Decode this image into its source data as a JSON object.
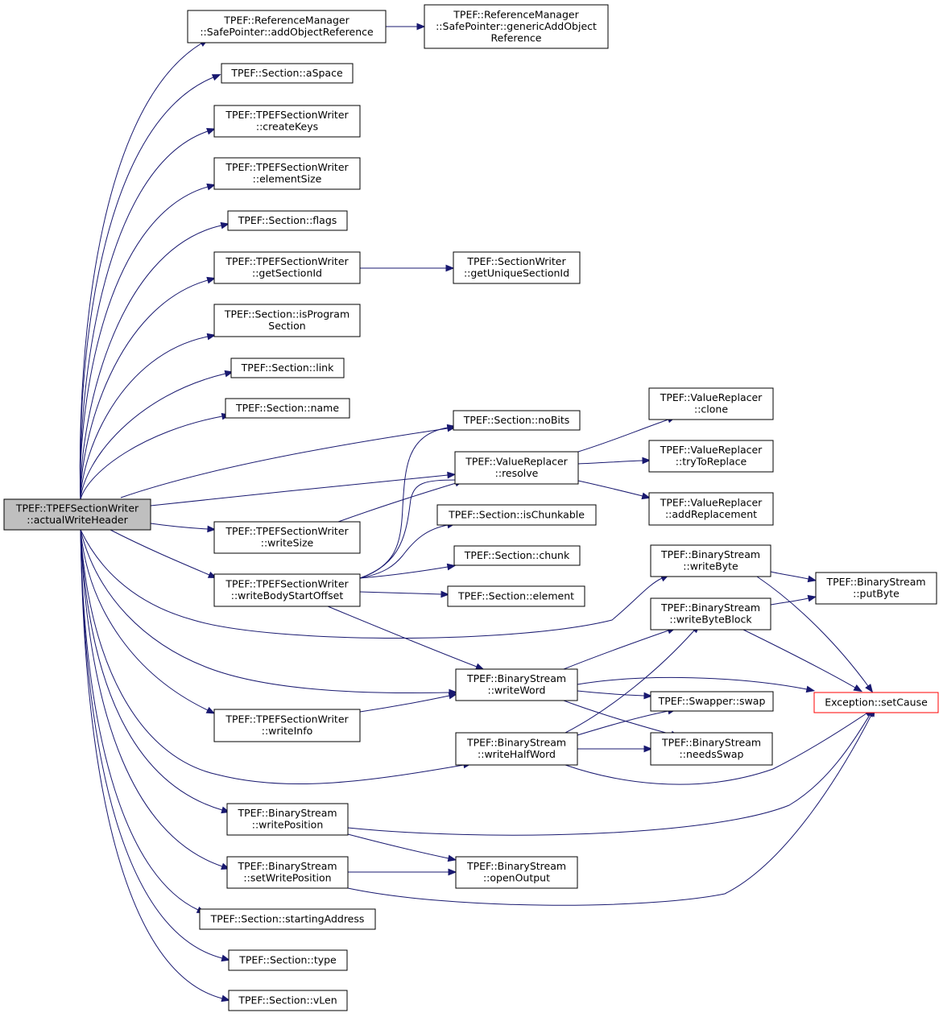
{
  "nodes": [
    {
      "id": "root",
      "lines": [
        "TPEF::TPEFSectionWriter",
        "::actualWriteHeader"
      ],
      "root": true
    },
    {
      "id": "addObjRef",
      "lines": [
        "TPEF::ReferenceManager",
        "::SafePointer::addObjectReference"
      ]
    },
    {
      "id": "genAddObjRef",
      "lines": [
        "TPEF::ReferenceManager",
        "::SafePointer::genericAddObject",
        "Reference"
      ]
    },
    {
      "id": "aSpace",
      "lines": [
        "TPEF::Section::aSpace"
      ]
    },
    {
      "id": "createKeys",
      "lines": [
        "TPEF::TPEFSectionWriter",
        "::createKeys"
      ]
    },
    {
      "id": "elementSize",
      "lines": [
        "TPEF::TPEFSectionWriter",
        "::elementSize"
      ]
    },
    {
      "id": "flags",
      "lines": [
        "TPEF::Section::flags"
      ]
    },
    {
      "id": "getSectionId",
      "lines": [
        "TPEF::TPEFSectionWriter",
        "::getSectionId"
      ]
    },
    {
      "id": "getUniqueSectionId",
      "lines": [
        "TPEF::SectionWriter",
        "::getUniqueSectionId"
      ]
    },
    {
      "id": "isProgramSection",
      "lines": [
        "TPEF::Section::isProgram",
        "Section"
      ]
    },
    {
      "id": "link",
      "lines": [
        "TPEF::Section::link"
      ]
    },
    {
      "id": "name",
      "lines": [
        "TPEF::Section::name"
      ]
    },
    {
      "id": "noBits",
      "lines": [
        "TPEF::Section::noBits"
      ]
    },
    {
      "id": "resolve",
      "lines": [
        "TPEF::ValueReplacer",
        "::resolve"
      ]
    },
    {
      "id": "clone",
      "lines": [
        "TPEF::ValueReplacer",
        "::clone"
      ]
    },
    {
      "id": "tryToReplace",
      "lines": [
        "TPEF::ValueReplacer",
        "::tryToReplace"
      ]
    },
    {
      "id": "addReplacement",
      "lines": [
        "TPEF::ValueReplacer",
        "::addReplacement"
      ]
    },
    {
      "id": "isChunkable",
      "lines": [
        "TPEF::Section::isChunkable"
      ]
    },
    {
      "id": "writeSize",
      "lines": [
        "TPEF::TPEFSectionWriter",
        "::writeSize"
      ]
    },
    {
      "id": "chunk",
      "lines": [
        "TPEF::Section::chunk"
      ]
    },
    {
      "id": "writeByte",
      "lines": [
        "TPEF::BinaryStream",
        "::writeByte"
      ]
    },
    {
      "id": "putByte",
      "lines": [
        "TPEF::BinaryStream",
        "::putByte"
      ]
    },
    {
      "id": "writeBodyStartOffset",
      "lines": [
        "TPEF::TPEFSectionWriter",
        "::writeBodyStartOffset"
      ]
    },
    {
      "id": "element",
      "lines": [
        "TPEF::Section::element"
      ]
    },
    {
      "id": "writeByteBlock",
      "lines": [
        "TPEF::BinaryStream",
        "::writeByteBlock"
      ]
    },
    {
      "id": "writeWord",
      "lines": [
        "TPEF::BinaryStream",
        "::writeWord"
      ]
    },
    {
      "id": "setCause",
      "lines": [
        "Exception::setCause"
      ],
      "red": true
    },
    {
      "id": "swap",
      "lines": [
        "TPEF::Swapper::swap"
      ]
    },
    {
      "id": "writeInfo",
      "lines": [
        "TPEF::TPEFSectionWriter",
        "::writeInfo"
      ]
    },
    {
      "id": "writeHalfWord",
      "lines": [
        "TPEF::BinaryStream",
        "::writeHalfWord"
      ]
    },
    {
      "id": "needsSwap",
      "lines": [
        "TPEF::BinaryStream",
        "::needsSwap"
      ]
    },
    {
      "id": "writePosition",
      "lines": [
        "TPEF::BinaryStream",
        "::writePosition"
      ]
    },
    {
      "id": "setWritePosition",
      "lines": [
        "TPEF::BinaryStream",
        "::setWritePosition"
      ]
    },
    {
      "id": "openOutput",
      "lines": [
        "TPEF::BinaryStream",
        "::openOutput"
      ]
    },
    {
      "id": "startingAddress",
      "lines": [
        "TPEF::Section::startingAddress"
      ]
    },
    {
      "id": "type",
      "lines": [
        "TPEF::Section::type"
      ]
    },
    {
      "id": "vLen",
      "lines": [
        "TPEF::Section::vLen"
      ]
    }
  ],
  "edges": [
    {
      "from": "root",
      "to": "addObjRef"
    },
    {
      "from": "root",
      "to": "aSpace"
    },
    {
      "from": "root",
      "to": "createKeys"
    },
    {
      "from": "root",
      "to": "elementSize"
    },
    {
      "from": "root",
      "to": "flags"
    },
    {
      "from": "root",
      "to": "getSectionId"
    },
    {
      "from": "root",
      "to": "isProgramSection"
    },
    {
      "from": "root",
      "to": "link"
    },
    {
      "from": "root",
      "to": "name"
    },
    {
      "from": "root",
      "to": "noBits"
    },
    {
      "from": "root",
      "to": "resolve"
    },
    {
      "from": "root",
      "to": "writeSize"
    },
    {
      "from": "root",
      "to": "writeBodyStartOffset"
    },
    {
      "from": "root",
      "to": "writeByte"
    },
    {
      "from": "root",
      "to": "writeWord"
    },
    {
      "from": "root",
      "to": "writeInfo"
    },
    {
      "from": "root",
      "to": "writeHalfWord"
    },
    {
      "from": "root",
      "to": "writePosition"
    },
    {
      "from": "root",
      "to": "setWritePosition"
    },
    {
      "from": "root",
      "to": "startingAddress"
    },
    {
      "from": "root",
      "to": "type"
    },
    {
      "from": "root",
      "to": "vLen"
    },
    {
      "from": "addObjRef",
      "to": "genAddObjRef"
    },
    {
      "from": "getSectionId",
      "to": "getUniqueSectionId"
    },
    {
      "from": "resolve",
      "to": "clone"
    },
    {
      "from": "resolve",
      "to": "tryToReplace"
    },
    {
      "from": "resolve",
      "to": "addReplacement"
    },
    {
      "from": "writeSize",
      "to": "resolve"
    },
    {
      "from": "writeBodyStartOffset",
      "to": "noBits"
    },
    {
      "from": "writeBodyStartOffset",
      "to": "resolve"
    },
    {
      "from": "writeBodyStartOffset",
      "to": "isChunkable"
    },
    {
      "from": "writeBodyStartOffset",
      "to": "chunk"
    },
    {
      "from": "writeBodyStartOffset",
      "to": "element"
    },
    {
      "from": "writeBodyStartOffset",
      "to": "writeWord"
    },
    {
      "from": "writeByte",
      "to": "putByte"
    },
    {
      "from": "writeByte",
      "to": "setCause"
    },
    {
      "from": "writeByteBlock",
      "to": "putByte"
    },
    {
      "from": "writeByteBlock",
      "to": "setCause"
    },
    {
      "from": "writeWord",
      "to": "writeByteBlock"
    },
    {
      "from": "writeWord",
      "to": "setCause"
    },
    {
      "from": "writeWord",
      "to": "swap"
    },
    {
      "from": "writeWord",
      "to": "needsSwap"
    },
    {
      "from": "writeInfo",
      "to": "writeWord"
    },
    {
      "from": "writeHalfWord",
      "to": "writeByteBlock"
    },
    {
      "from": "writeHalfWord",
      "to": "swap"
    },
    {
      "from": "writeHalfWord",
      "to": "needsSwap"
    },
    {
      "from": "writeHalfWord",
      "to": "setCause"
    },
    {
      "from": "writePosition",
      "to": "openOutput"
    },
    {
      "from": "writePosition",
      "to": "setCause"
    },
    {
      "from": "setWritePosition",
      "to": "openOutput"
    },
    {
      "from": "setWritePosition",
      "to": "setCause"
    }
  ]
}
